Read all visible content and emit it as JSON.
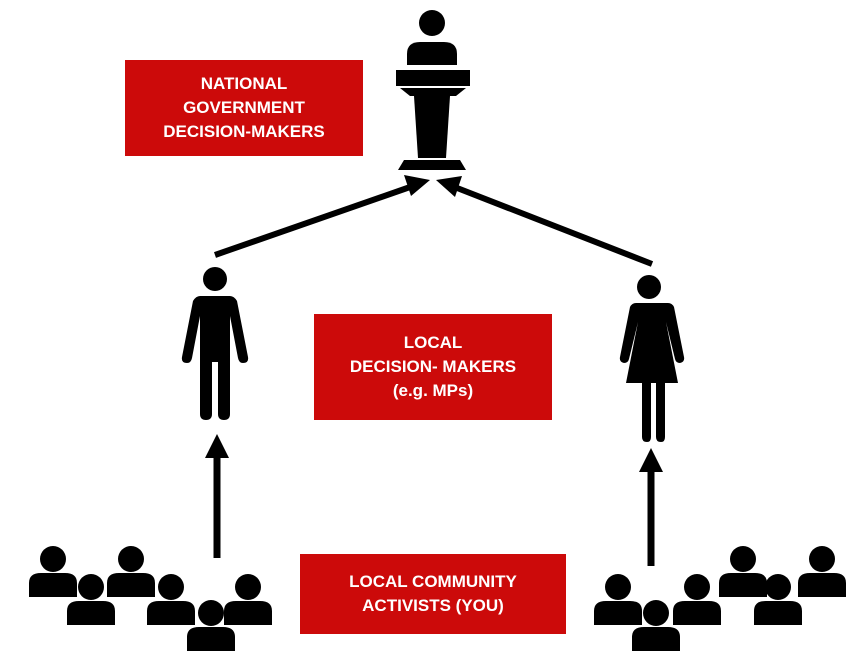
{
  "labels": {
    "national": [
      "NATIONAL",
      "GOVERNMENT",
      "DECISION-MAKERS"
    ],
    "local": [
      "LOCAL",
      "DECISION- MAKERS",
      "(e.g. MPs)"
    ],
    "community": [
      "LOCAL COMMUNITY",
      "ACTIVISTS (YOU)"
    ]
  },
  "icons": {
    "top": "podium-speaker-icon",
    "middle_left": "man-icon",
    "middle_right": "woman-icon",
    "bottom_left": "crowd-icon",
    "bottom_right": "crowd-icon"
  },
  "colors": {
    "label_bg": "#cc0a0a",
    "label_text": "#ffffff",
    "icon": "#000000"
  }
}
